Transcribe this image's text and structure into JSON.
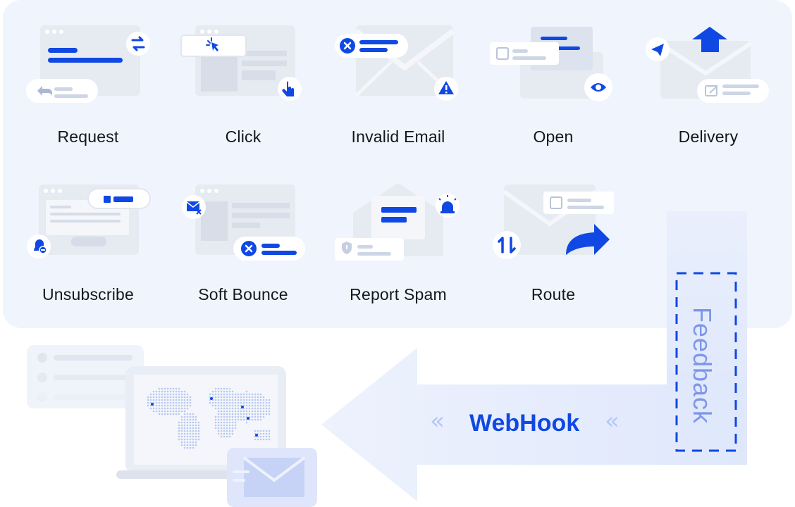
{
  "events": [
    {
      "label": "Request",
      "icon": "request-icon"
    },
    {
      "label": "Click",
      "icon": "click-icon"
    },
    {
      "label": "Invalid Email",
      "icon": "invalid-email-icon"
    },
    {
      "label": "Open",
      "icon": "open-icon"
    },
    {
      "label": "Delivery",
      "icon": "delivery-icon"
    },
    {
      "label": "Unsubscribe",
      "icon": "unsubscribe-icon"
    },
    {
      "label": "Soft Bounce",
      "icon": "soft-bounce-icon"
    },
    {
      "label": "Report Spam",
      "icon": "report-spam-icon"
    },
    {
      "label": "Route",
      "icon": "route-icon"
    }
  ],
  "webhook": {
    "label": "WebHook",
    "left_chevrons": "«",
    "right_chevrons": "«"
  },
  "feedback": {
    "label": "Feedback"
  },
  "illustrations": [
    "world-map-laptop-icon",
    "envelope-icon"
  ],
  "colors": {
    "accent": "#1048e3",
    "panel": "#f0f4fd",
    "arrow": "#e4ebfb",
    "soft": "#dfe4ee"
  }
}
